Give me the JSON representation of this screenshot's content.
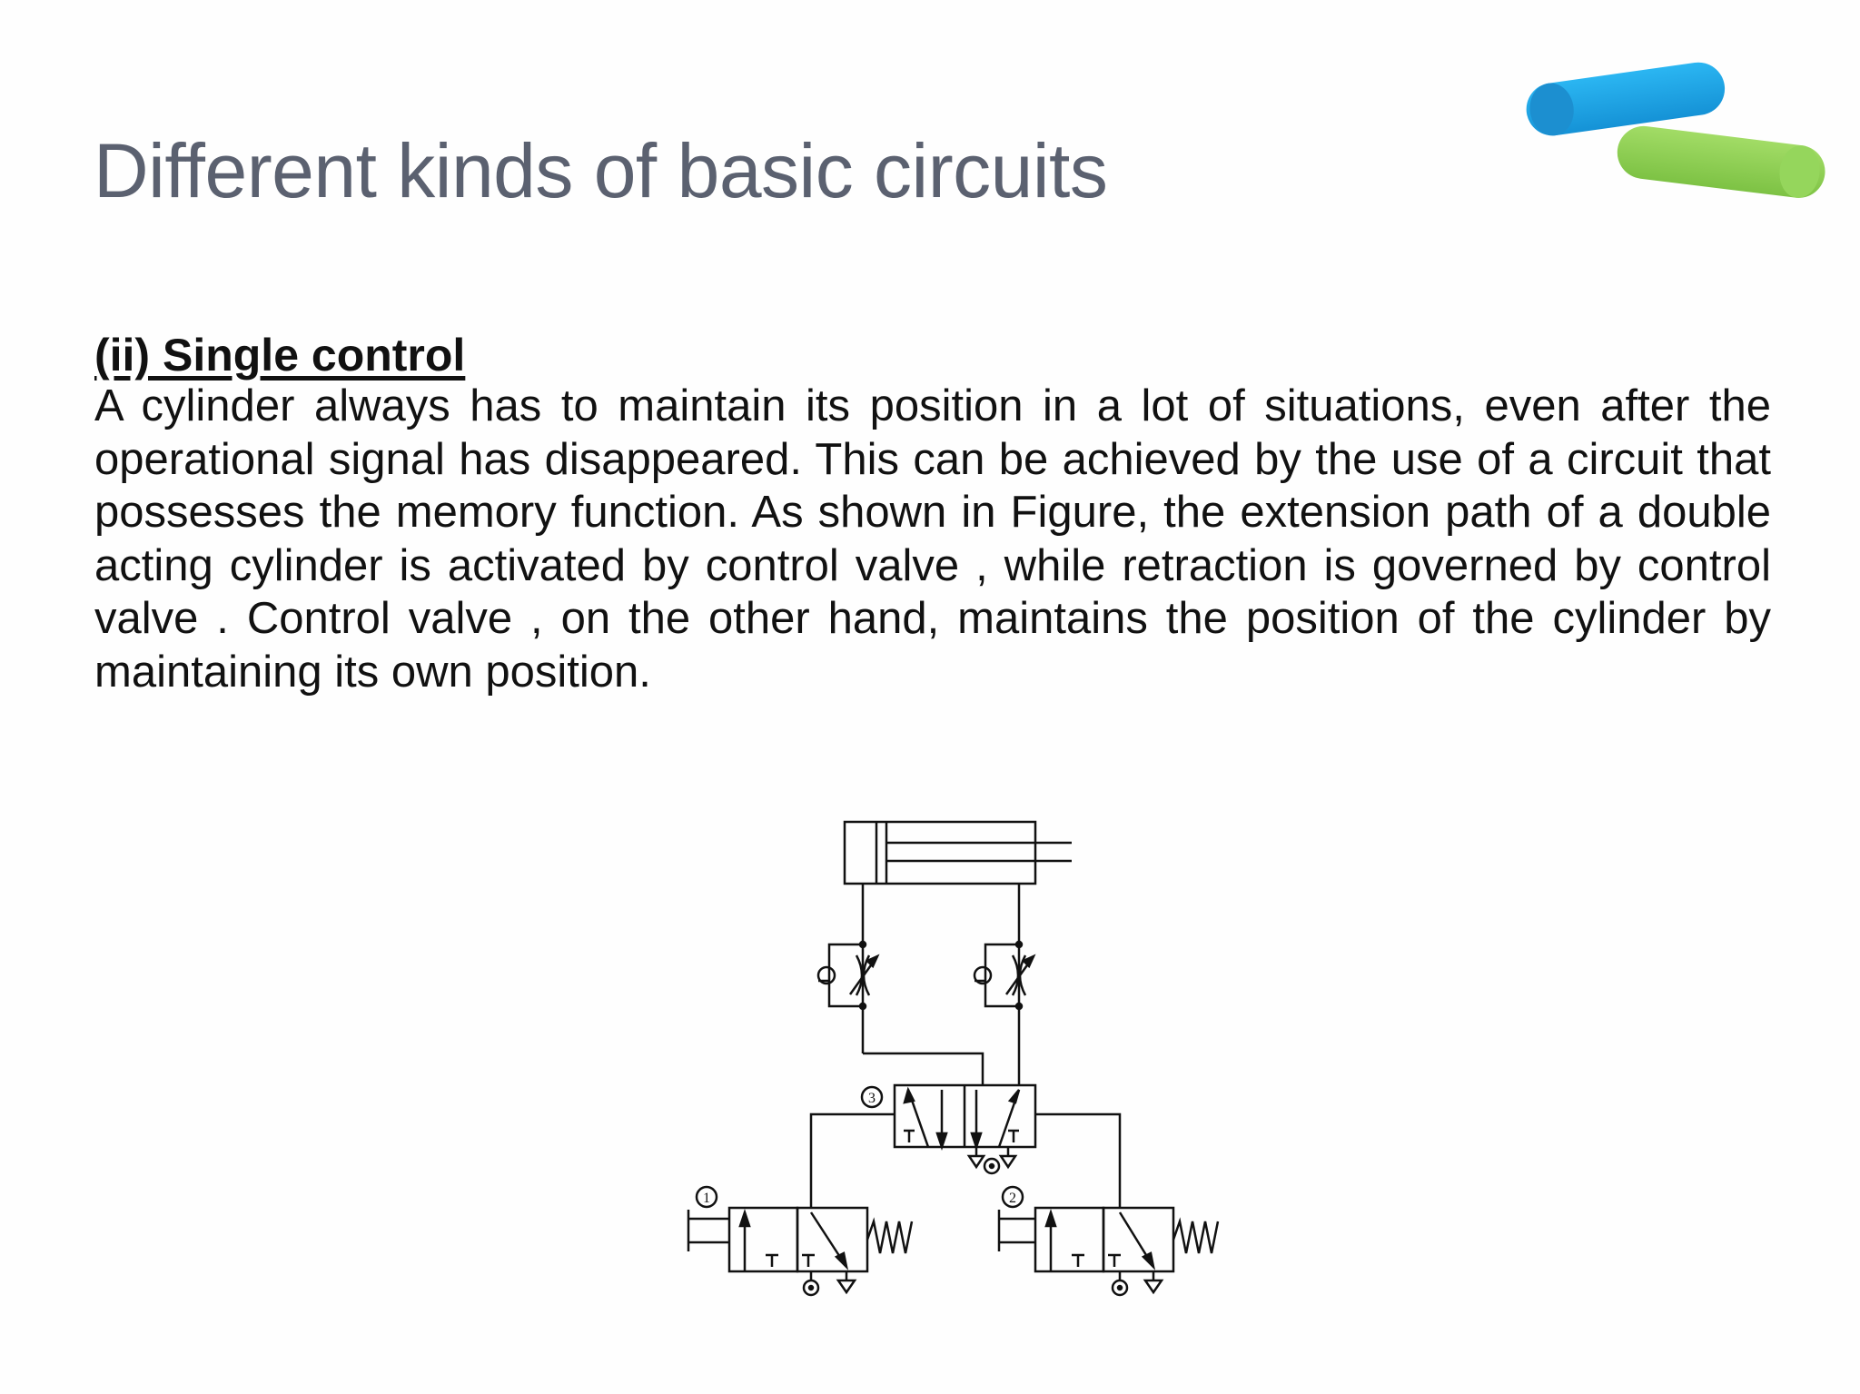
{
  "slide": {
    "title": "Different kinds of basic circuits",
    "section_heading": "(ii) Single control",
    "body_text": "A cylinder always has to maintain its position in a lot of situations, even after the operational signal has disappeared. This can be achieved by the use of a circuit that possesses the memory function. As shown in Figure, the extension path of a double acting cylinder is activated by control valve , while retraction is governed by control valve . Control valve , on the other hand, maintains the position of the cylinder by maintaining its own position."
  },
  "decoration": {
    "blue_bar_color": "#1aa7e8",
    "green_bar_color": "#8dd152"
  },
  "diagram": {
    "labels": [
      "3",
      "1",
      "2"
    ]
  }
}
